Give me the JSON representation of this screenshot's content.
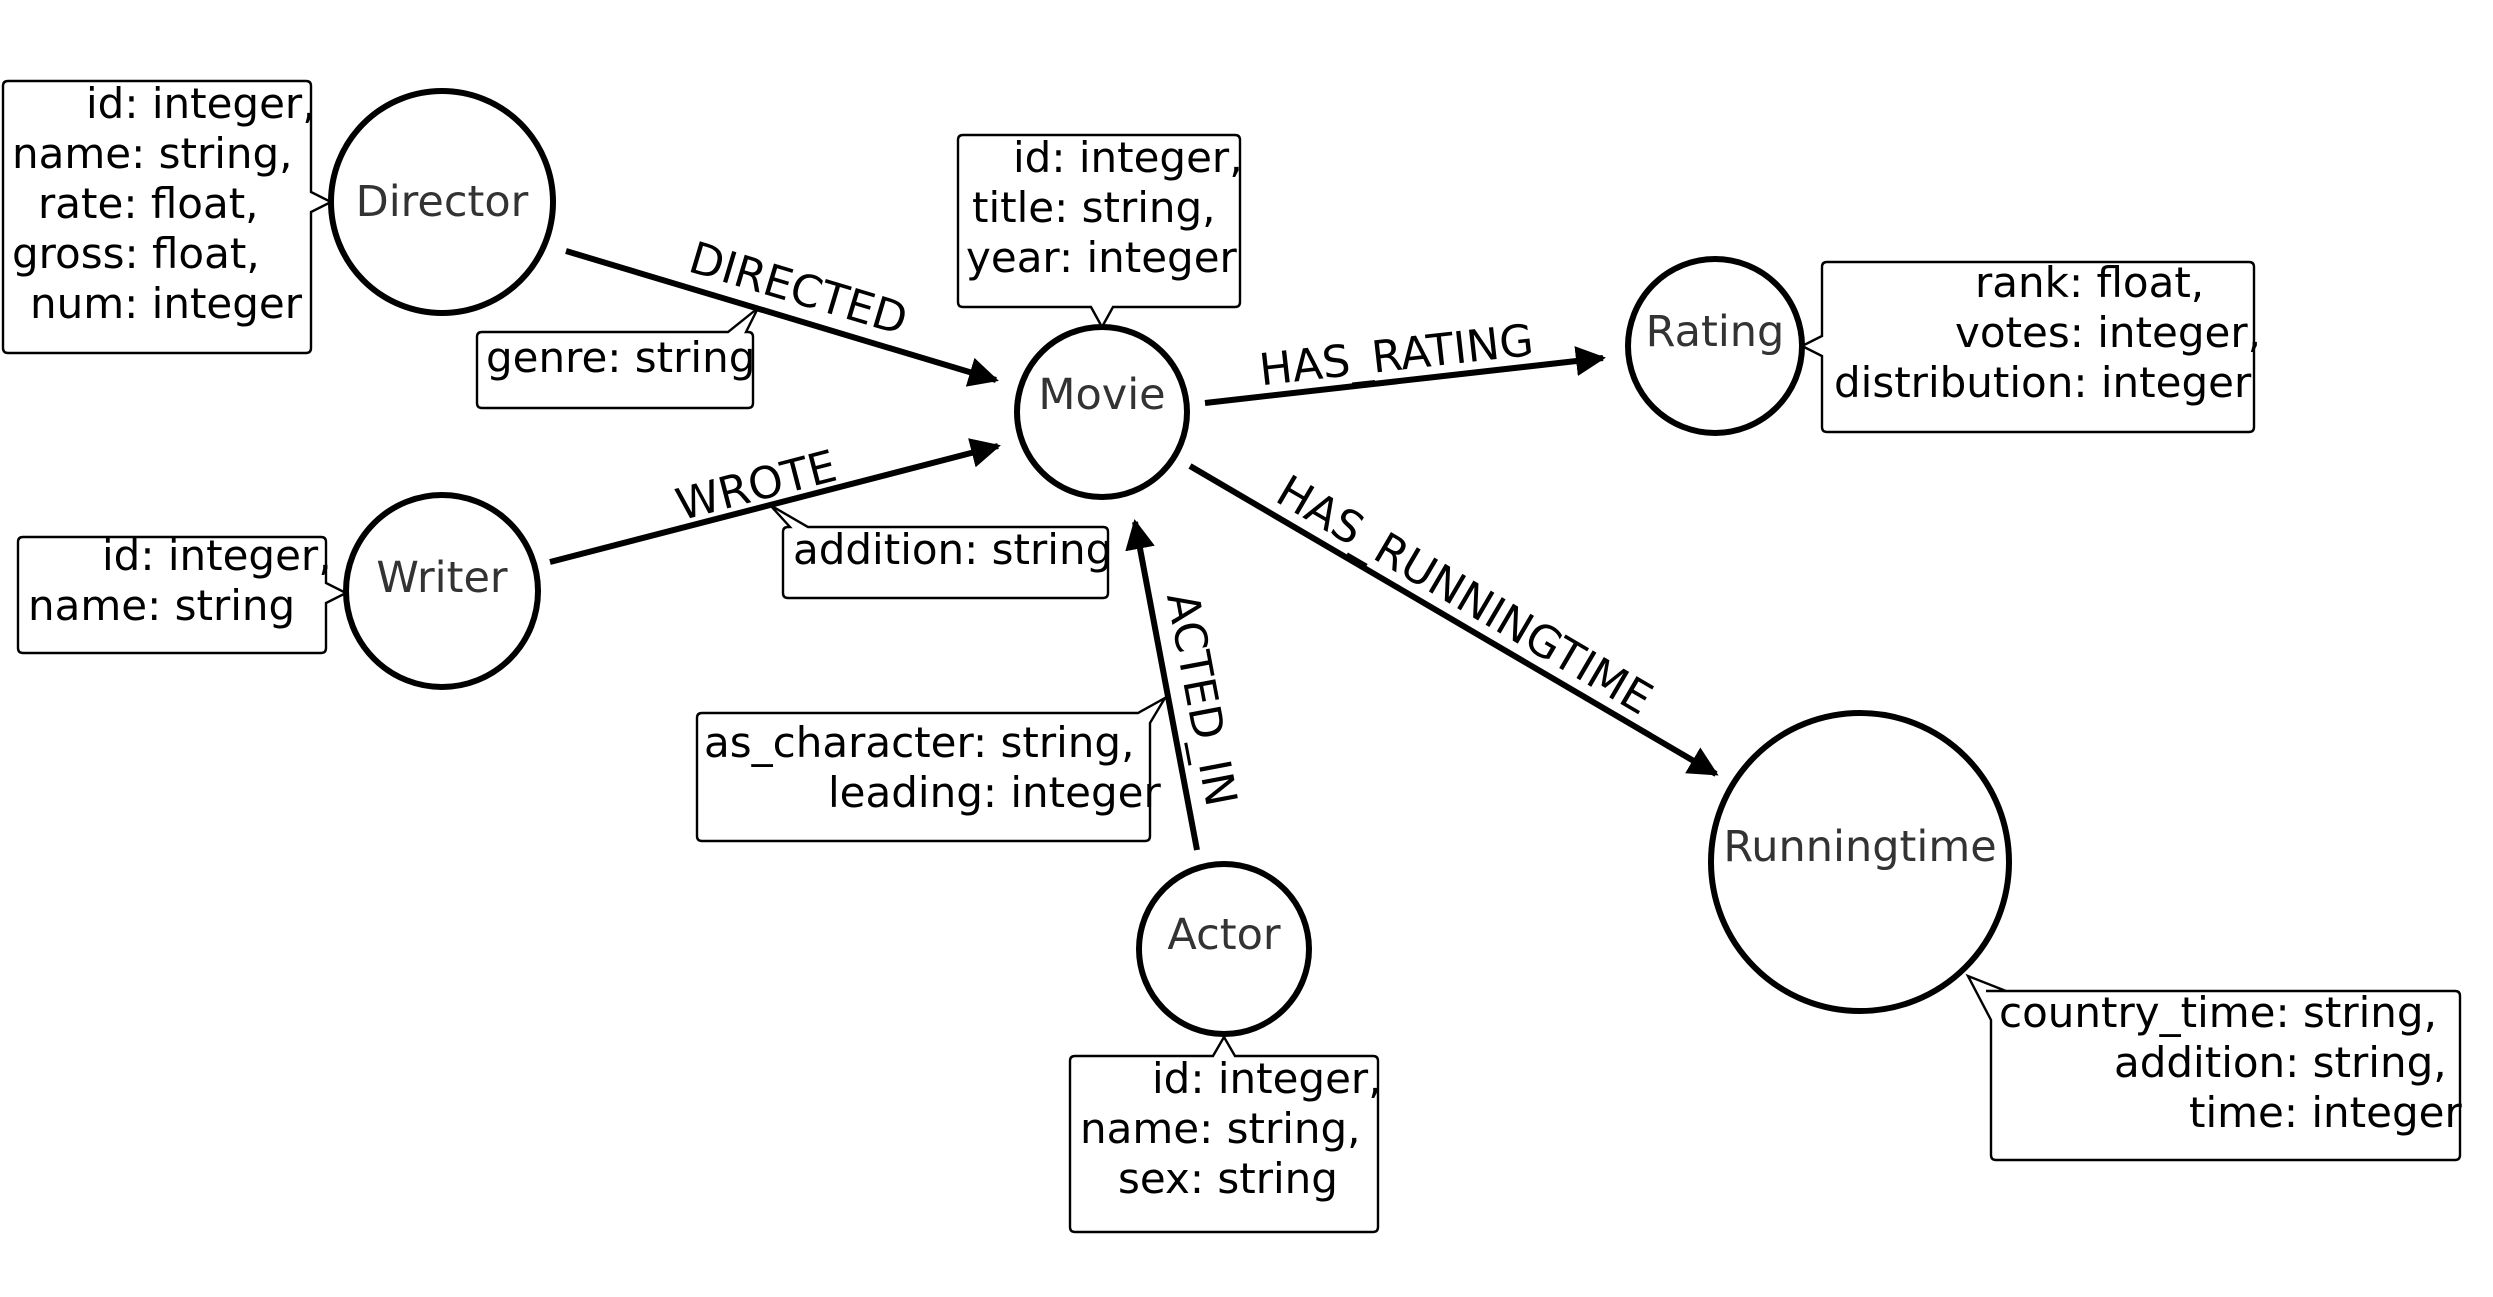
{
  "nodes": [
    {
      "id": "director",
      "label": "Director"
    },
    {
      "id": "movie",
      "label": "Movie"
    },
    {
      "id": "rating",
      "label": "Rating"
    },
    {
      "id": "writer",
      "label": "Writer"
    },
    {
      "id": "actor",
      "label": "Actor"
    },
    {
      "id": "runningtime",
      "label": "Runningtime"
    }
  ],
  "node_properties": {
    "director": [
      "id: integer,",
      "name: string,",
      "rate: float,",
      "gross: float,",
      "num: integer"
    ],
    "movie": [
      "id: integer,",
      "title: string,",
      "year: integer"
    ],
    "rating": [
      "rank: float,",
      "votes: integer,",
      "distribution: integer"
    ],
    "writer": [
      "id: integer,",
      "name: string"
    ],
    "actor": [
      "id: integer,",
      "name: string,",
      "sex: string"
    ],
    "runningtime": [
      "country_time: string,",
      "addition: string,",
      "time: integer"
    ]
  },
  "edges": [
    {
      "id": "directed",
      "label": "DIRECTED",
      "from": "director",
      "to": "movie"
    },
    {
      "id": "wrote",
      "label": "WROTE",
      "from": "writer",
      "to": "movie"
    },
    {
      "id": "acted_in",
      "label": "ACTED_IN",
      "from": "actor",
      "to": "movie"
    },
    {
      "id": "has_rating",
      "label": "HAS_RATING",
      "from": "movie",
      "to": "rating"
    },
    {
      "id": "has_runningtime",
      "label": "HAS_RUNNINGTIME",
      "from": "movie",
      "to": "runningtime"
    }
  ],
  "edge_properties": {
    "directed": [
      "genre: string"
    ],
    "wrote": [
      "addition: string"
    ],
    "acted_in": [
      "as_character: string,",
      "leading: integer"
    ]
  }
}
